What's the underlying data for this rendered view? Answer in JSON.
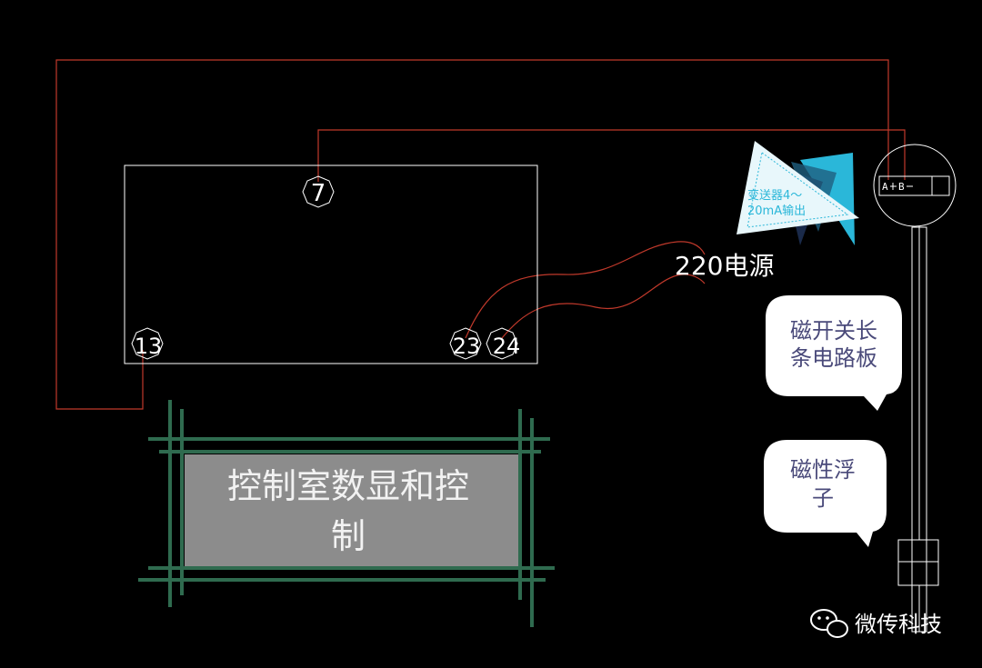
{
  "terminals": {
    "t7": "7",
    "t13": "13",
    "t23": "23",
    "t24": "24"
  },
  "power_label": "220电源",
  "transmitter_label": [
    "变送器4～",
    "20mA输出"
  ],
  "sensor_head_labels": [
    "A",
    "B"
  ],
  "bubble_board": [
    "磁开关长",
    "条电路板"
  ],
  "bubble_float": [
    "磁性浮",
    "子"
  ],
  "control_room": [
    "控制室数显和控",
    "制"
  ],
  "watermark": "微传科技",
  "colors": {
    "background": "#000000",
    "wire_red": "#c0392b",
    "line_white": "#ffffff",
    "control_box_fill": "#8c8c8c",
    "control_box_border": "#2f6b4f",
    "transmitter_cyan": "#2ab7d9"
  }
}
